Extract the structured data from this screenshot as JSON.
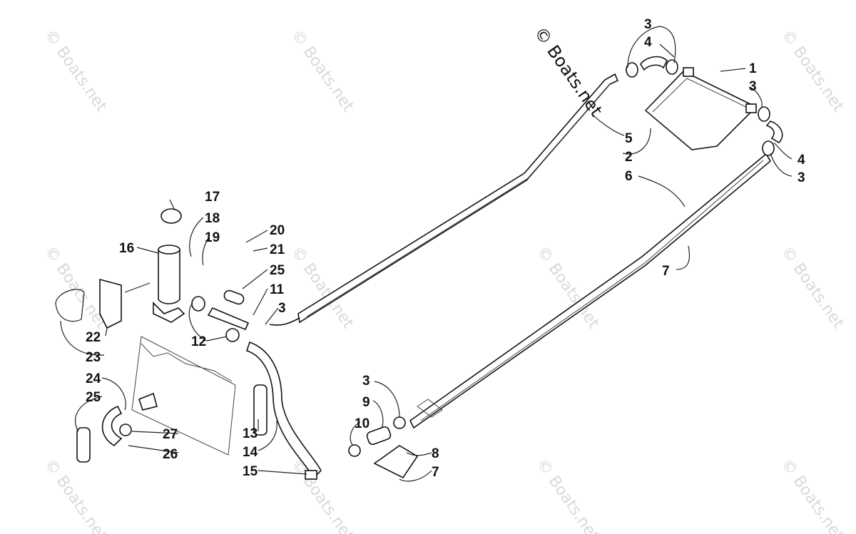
{
  "copyright": "© Boats.net",
  "watermark_text": "© Boats.net",
  "callouts": [
    {
      "id": "c1",
      "label": "1"
    },
    {
      "id": "c2",
      "label": "2"
    },
    {
      "id": "c3a",
      "label": "3"
    },
    {
      "id": "c3b",
      "label": "3"
    },
    {
      "id": "c3c",
      "label": "3"
    },
    {
      "id": "c3d",
      "label": "3"
    },
    {
      "id": "c3e",
      "label": "3"
    },
    {
      "id": "c4a",
      "label": "4"
    },
    {
      "id": "c4b",
      "label": "4"
    },
    {
      "id": "c5",
      "label": "5"
    },
    {
      "id": "c6",
      "label": "6"
    },
    {
      "id": "c7a",
      "label": "7"
    },
    {
      "id": "c7b",
      "label": "7"
    },
    {
      "id": "c8",
      "label": "8"
    },
    {
      "id": "c9",
      "label": "9"
    },
    {
      "id": "c10",
      "label": "10"
    },
    {
      "id": "c11",
      "label": "11"
    },
    {
      "id": "c12",
      "label": "12"
    },
    {
      "id": "c13",
      "label": "13"
    },
    {
      "id": "c14",
      "label": "14"
    },
    {
      "id": "c15",
      "label": "15"
    },
    {
      "id": "c16",
      "label": "16"
    },
    {
      "id": "c17",
      "label": "17"
    },
    {
      "id": "c18",
      "label": "18"
    },
    {
      "id": "c19",
      "label": "19"
    },
    {
      "id": "c20",
      "label": "20"
    },
    {
      "id": "c21",
      "label": "21"
    },
    {
      "id": "c22",
      "label": "22"
    },
    {
      "id": "c23",
      "label": "23"
    },
    {
      "id": "c24",
      "label": "24"
    },
    {
      "id": "c25a",
      "label": "25"
    },
    {
      "id": "c25b",
      "label": "25"
    },
    {
      "id": "c26",
      "label": "26"
    },
    {
      "id": "c27",
      "label": "27"
    }
  ]
}
